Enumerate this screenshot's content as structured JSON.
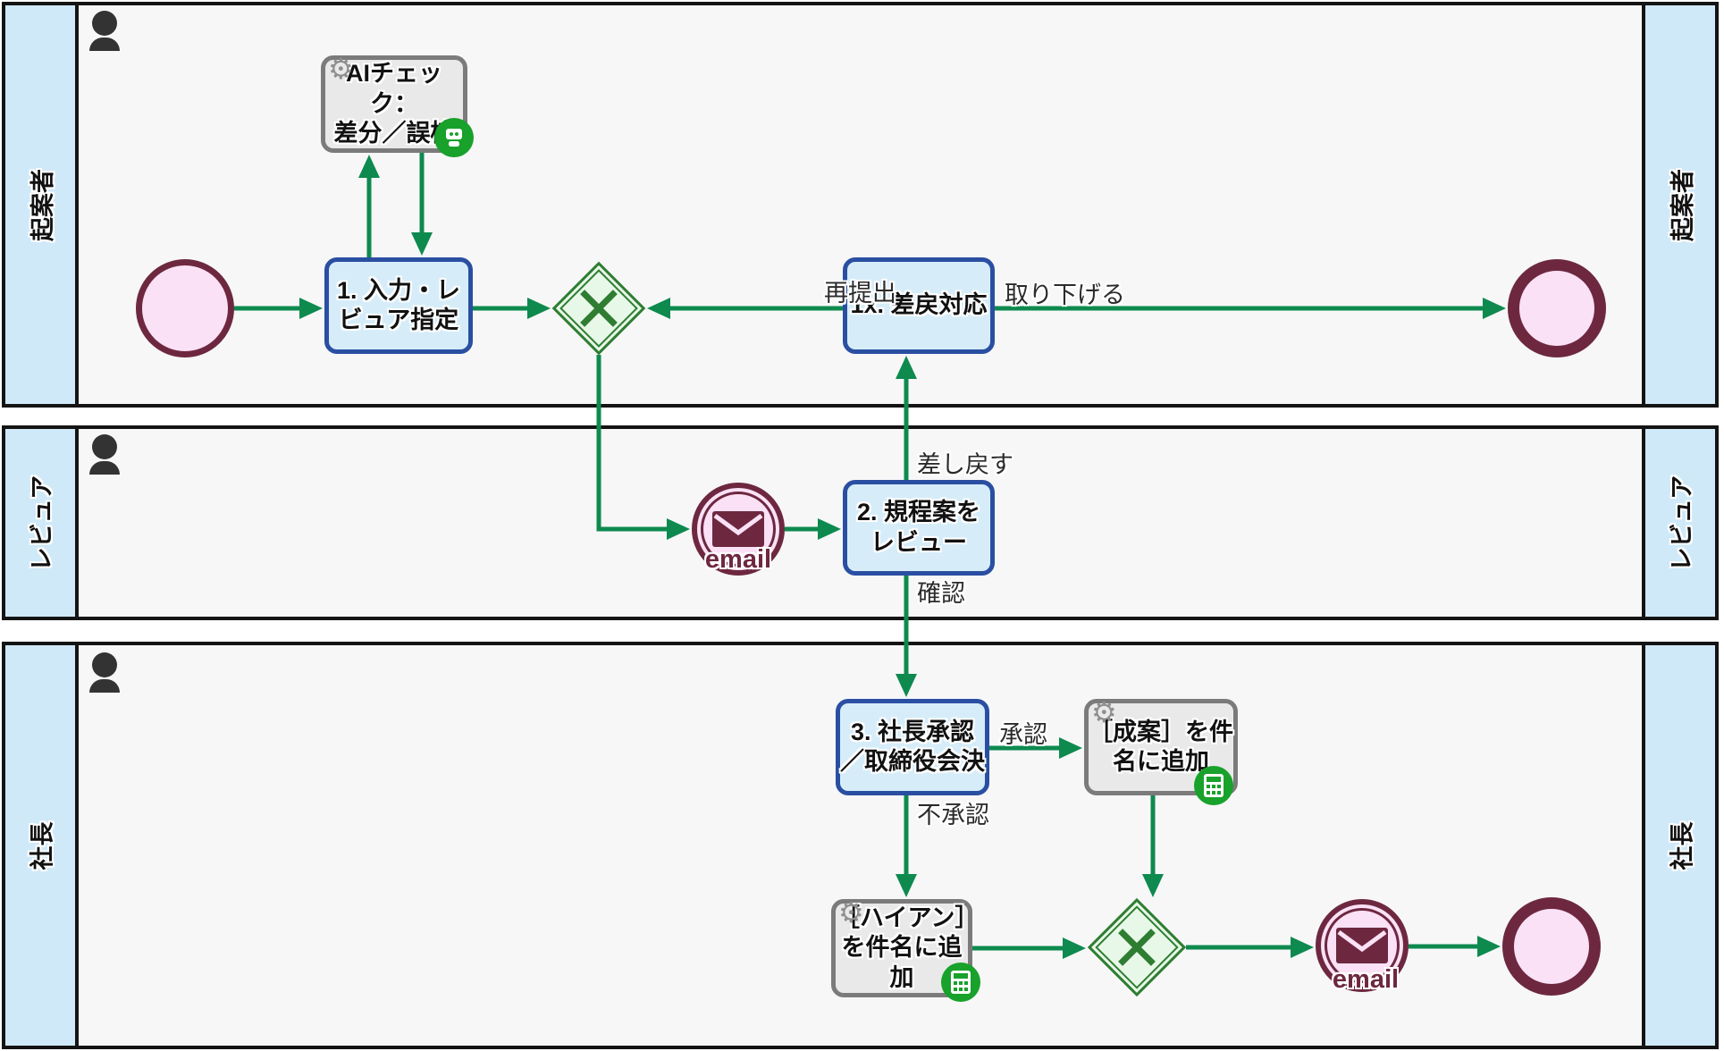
{
  "colors": {
    "arrow_green": "#0e8a4f",
    "gateway_green": "#2e7d32",
    "gateway_fill": "#e8f8e8",
    "task_border_blue": "#2a4fa2",
    "task_fill_blue": "#d6edf9",
    "service_border_gray": "#7b7b7b",
    "service_fill_gray": "#e9e9e9",
    "event_maroon": "#6d2840",
    "event_fill_pink": "#fbe1f5",
    "lane_header_blue": "#cfe9f8",
    "lane_body_gray": "#f7f7f7",
    "badge_green": "#18a12b"
  },
  "icons": {
    "gear": "⚙"
  },
  "lanes": [
    {
      "label": "起案者"
    },
    {
      "label": "レビュア"
    },
    {
      "label": "社長"
    }
  ],
  "nodes": {
    "task1": {
      "line1": "1. 入力・レ",
      "line2": "ビュア指定"
    },
    "svc_ai": {
      "line1": "AIチェック：",
      "line2": "差分／誤植"
    },
    "task1x": {
      "line1": "1x. 差戻対応"
    },
    "task2": {
      "line1": "2. 規程案を",
      "line2": "レビュー"
    },
    "task3": {
      "line1": "3. 社長承認",
      "line2": "／取締役会決"
    },
    "svc_seian": {
      "line1": "［成案］を件",
      "line2": "名に追加"
    },
    "svc_haian": {
      "line1": "［ハイアン］",
      "line2": "を件名に追加"
    }
  },
  "events": {
    "email1_label": "email",
    "email2_label": "email"
  },
  "edge_labels": {
    "resubmit": "再提出",
    "withdraw": "取り下げる",
    "send_back": "差し戻す",
    "confirm": "確認",
    "approve": "承認",
    "reject": "不承認"
  }
}
